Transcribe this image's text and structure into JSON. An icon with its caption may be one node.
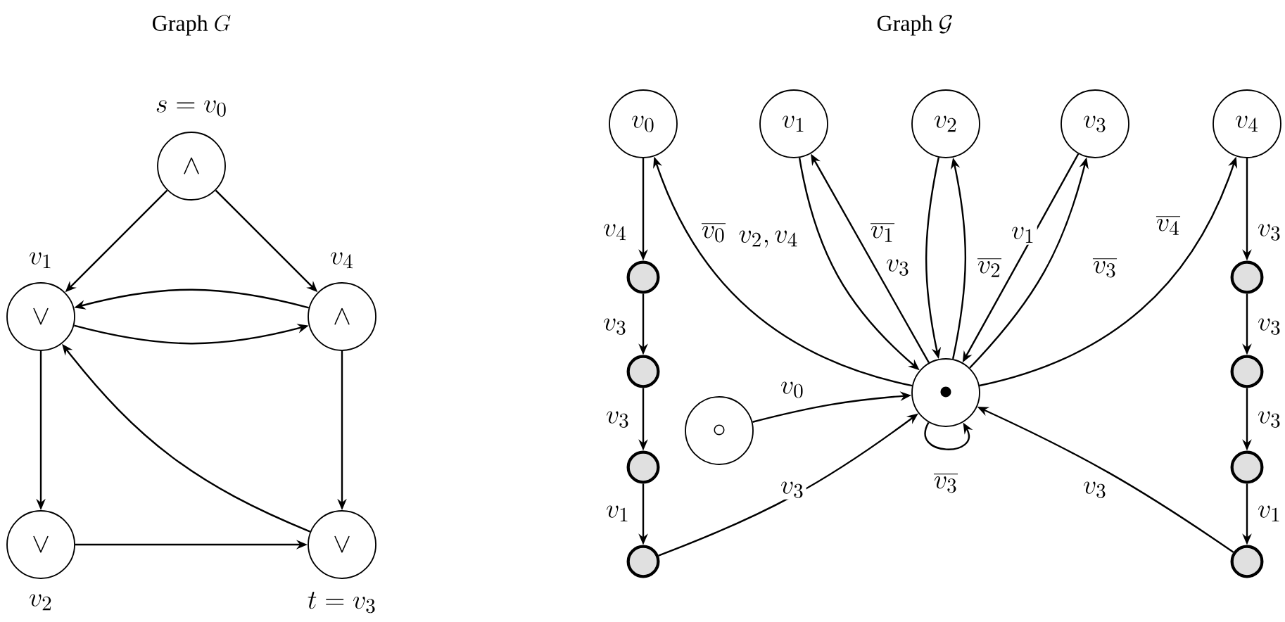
{
  "diagram": {
    "nodes": [
      {
        "text": [
          "\\wedge"
        ],
        "beside": [
          "s = v_0"
        ]
      },
      {
        "text": [
          "\\vee"
        ],
        "beside": [
          "v_1"
        ]
      },
      {
        "text": [
          "\\wedge"
        ],
        "beside": [
          "v_4"
        ]
      },
      {
        "text": [
          "\\vee"
        ],
        "beside": [
          "v_2"
        ]
      },
      {
        "text": [
          "\\vee"
        ],
        "beside": [
          "t = v_3"
        ]
      },
      {
        "text": [
          "v_0"
        ]
      },
      {
        "text": [
          "v_1"
        ]
      },
      {
        "text": [
          "v_2"
        ]
      },
      {
        "text": [
          "v_3"
        ]
      },
      {
        "text": [
          "v_4"
        ]
      },
      {
        "text": [
          "\\bullet"
        ]
      },
      {
        "text": [
          "\\circ"
        ]
      },
      {
        "text": [],
        "shape": "circle"
      },
      {
        "text": [],
        "shape": "circle"
      },
      {
        "text": [],
        "shape": "circle"
      },
      {
        "text": [],
        "shape": "circle"
      },
      {
        "text": [],
        "shape": "circle"
      },
      {
        "text": [],
        "shape": "circle"
      },
      {
        "text": [],
        "shape": "circle"
      },
      {
        "text": [],
        "shape": "circle"
      }
    ],
    "edges": [
      {
        "from": 0,
        "to": 1,
        "arrow": "to"
      },
      {
        "from": 0,
        "to": 2,
        "arrow": "to"
      },
      {
        "from": 2,
        "to": 1,
        "arrow": "to"
      },
      {
        "from": 1,
        "to": 2,
        "arrow": "to"
      },
      {
        "from": 1,
        "to": 3,
        "arrow": "to"
      },
      {
        "from": 3,
        "to": 4,
        "arrow": "to"
      },
      {
        "from": 2,
        "to": 4,
        "arrow": "to"
      },
      {
        "from": 4,
        "to": 1,
        "arrow": "to"
      },
      {
        "from": 5,
        "to": 12,
        "arrow": "to",
        "label": "v_4"
      },
      {
        "from": 12,
        "to": 13,
        "arrow": "to",
        "label": "v_3"
      },
      {
        "from": 13,
        "to": 14,
        "arrow": "to",
        "label": "v_3"
      },
      {
        "from": 14,
        "to": 15,
        "arrow": "to",
        "label": "v_1"
      },
      {
        "from": 15,
        "to": 10,
        "arrow": "to",
        "label": "v_3"
      },
      {
        "from": 10,
        "to": 5,
        "arrow": "to",
        "label": "\\overline{v_0}"
      },
      {
        "from": 6,
        "to": 10,
        "arrow": "to",
        "label": "v_2, v_4"
      },
      {
        "from": 10,
        "to": 6,
        "arrow": "to",
        "label": "\\overline{v_1}"
      },
      {
        "from": 7,
        "to": 10,
        "arrow": "to",
        "label": "v_3"
      },
      {
        "from": 10,
        "to": 7,
        "arrow": "to",
        "label": "\\overline{v_2}"
      },
      {
        "from": 8,
        "to": 10,
        "arrow": "to",
        "label": "v_1"
      },
      {
        "from": 10,
        "to": 8,
        "arrow": "to",
        "label": "\\overline{v_3}"
      },
      {
        "from": 10,
        "to": 9,
        "arrow": "to",
        "label": "\\overline{v_4}"
      },
      {
        "from": 9,
        "to": 16,
        "arrow": "to",
        "label": "v_3"
      },
      {
        "from": 16,
        "to": 17,
        "arrow": "to",
        "label": "v_3"
      },
      {
        "from": 17,
        "to": 18,
        "arrow": "to",
        "label": "v_3"
      },
      {
        "from": 18,
        "to": 19,
        "arrow": "to",
        "label": "v_1"
      },
      {
        "from": 19,
        "to": 10,
        "arrow": "to",
        "label": "v_3"
      },
      {
        "from": 11,
        "to": 10,
        "arrow": "to",
        "label": "v_0"
      },
      {
        "from": 10,
        "to": 10,
        "arrow": "to",
        "label": "\\overline{v_3}"
      }
    ],
    "labels": [
      "\\mathrm{Graph}\\ G",
      "\\mathrm{Graph}\\ \\mathcal{G}"
    ]
  }
}
